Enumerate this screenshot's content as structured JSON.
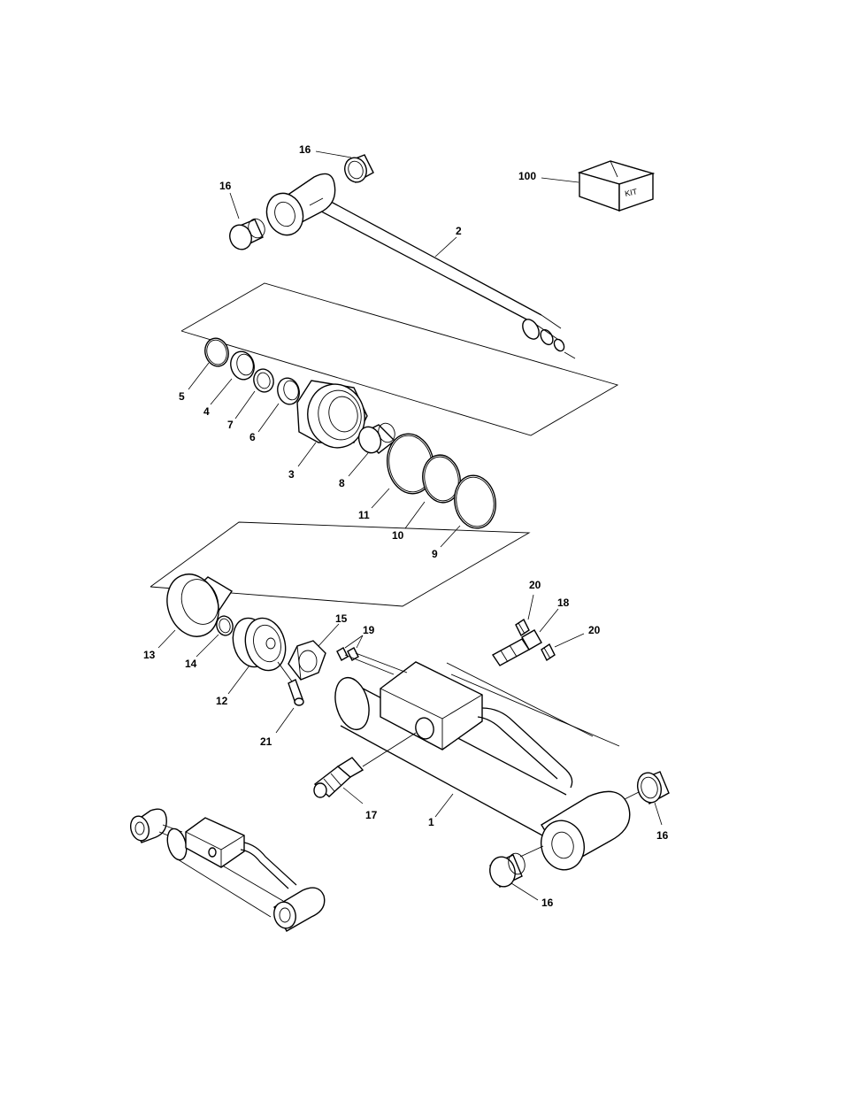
{
  "figure": {
    "kit_label": "KIT",
    "callouts": {
      "c100": "100",
      "c16a": "16",
      "c16b": "16",
      "c16c": "16",
      "c16d": "16",
      "c2": "2",
      "c5": "5",
      "c4": "4",
      "c7": "7",
      "c6": "6",
      "c3": "3",
      "c8": "8",
      "c11": "11",
      "c10": "10",
      "c9": "9",
      "c20a": "20",
      "c18": "18",
      "c20b": "20",
      "c15": "15",
      "c19": "19",
      "c13": "13",
      "c14": "14",
      "c12": "12",
      "c21": "21",
      "c17": "17",
      "c1": "1"
    }
  }
}
